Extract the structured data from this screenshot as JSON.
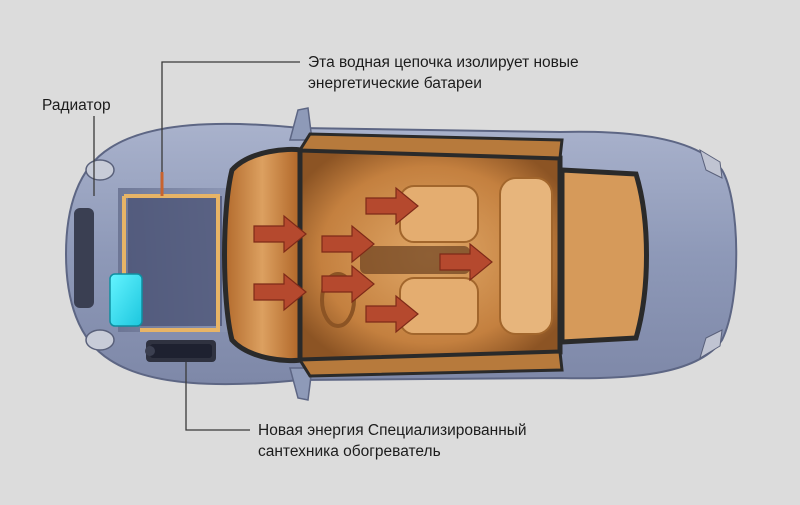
{
  "labels": {
    "radiator": "Радиатор",
    "water_chain": {
      "line1": "Эта водная цепочка изолирует новые",
      "line2": "энергетические батареи"
    },
    "heater": {
      "line1": "Новая энергия Специализированный",
      "line2": "сантехника обогреватель"
    }
  },
  "colors": {
    "background": "#dcdcdc",
    "body": "#8e9ab8",
    "interior": "#d49454",
    "arrow": "#b5492e",
    "water_loop": "#e7b466",
    "radiator_block": "#34e0f0",
    "leader_line": "#3a3a3a"
  }
}
